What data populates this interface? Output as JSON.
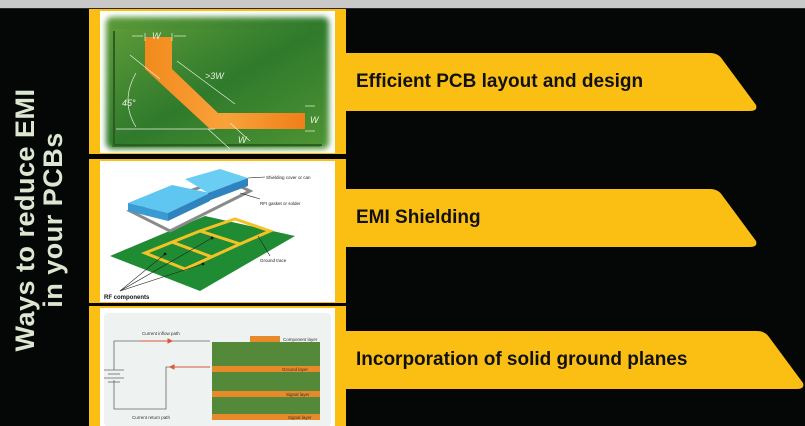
{
  "title": {
    "line1": "Ways to reduce EMI",
    "line2": "in your PCBs"
  },
  "colors": {
    "background": "#050707",
    "accent_yellow": "#fbbf14",
    "title_text": "#dde6d0",
    "banner_text": "#111111",
    "top_bar": "#c9c9c9"
  },
  "items": [
    {
      "label": "Efficient PCB layout and design",
      "image": {
        "description": "PCB trace routed with 45-degree bend",
        "annotations": [
          "W",
          ">3W",
          "45°",
          "W",
          "W"
        ]
      }
    },
    {
      "label": "EMI Shielding",
      "image": {
        "description": "Exploded view of shielding can over PCB ground trace",
        "annotations": [
          "Shielding cover or can",
          "RFI gasket or solder",
          "Ground trace",
          "RF components"
        ]
      }
    },
    {
      "label": "Incorporation of solid ground planes",
      "image": {
        "description": "Current path diagram with PCB layer stack",
        "annotations": [
          "Current inflow path",
          "Current return path",
          "Component layer",
          "Ground layer",
          "Signal layer",
          "Signal layer"
        ]
      }
    }
  ]
}
